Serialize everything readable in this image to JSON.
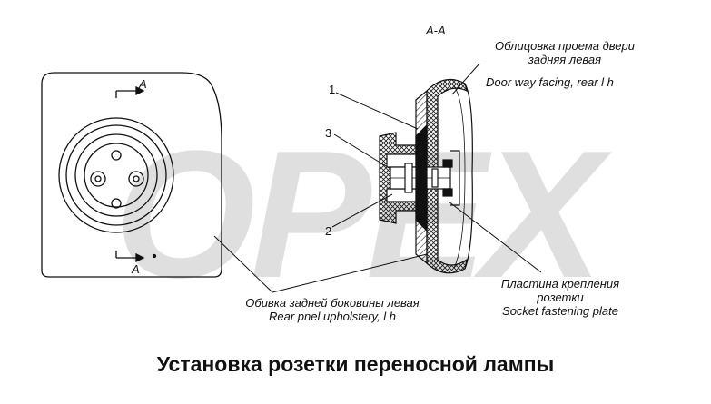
{
  "section_title": "A-A",
  "section_mark_a": "A",
  "callouts": {
    "c1": "1",
    "c2": "2",
    "c3": "3"
  },
  "labels": {
    "door_facing_ru_1": "Облицовка проема двери",
    "door_facing_ru_2": "задняя левая",
    "door_facing_en": "Door way facing, rear l h",
    "plate_ru_1": "Пластина крепления",
    "plate_ru_2": "розетки",
    "plate_en": "Socket fastening plate",
    "upholstery_ru": "Обивка задней боковины левая",
    "upholstery_en": "Rear pnel upholstery, l h"
  },
  "watermark": "OPEX",
  "caption": "Установка розетки переносной лампы"
}
